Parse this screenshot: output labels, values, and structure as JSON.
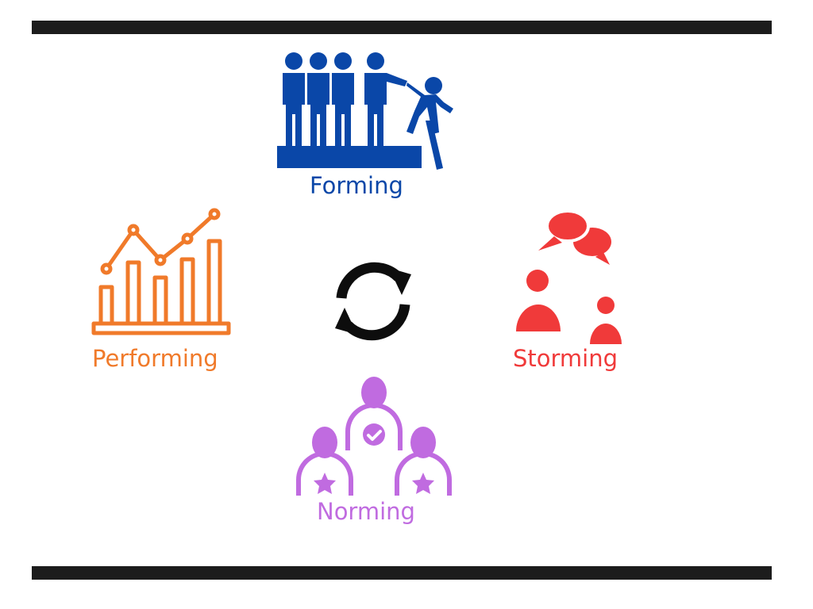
{
  "stages": {
    "forming": {
      "label": "Forming",
      "color": "#0a47a8",
      "icon": "team-joining-icon"
    },
    "storming": {
      "label": "Storming",
      "color": "#f03a3a",
      "icon": "people-conflict-icon"
    },
    "norming": {
      "label": "Norming",
      "color": "#c06be0",
      "icon": "team-approval-icon"
    },
    "performing": {
      "label": "Performing",
      "color": "#f07a2a",
      "icon": "growth-chart-icon"
    }
  },
  "center": {
    "icon": "cycle-arrows-icon",
    "color": "#0d0d0d"
  },
  "rules": {
    "color": "#1c1c1c"
  }
}
